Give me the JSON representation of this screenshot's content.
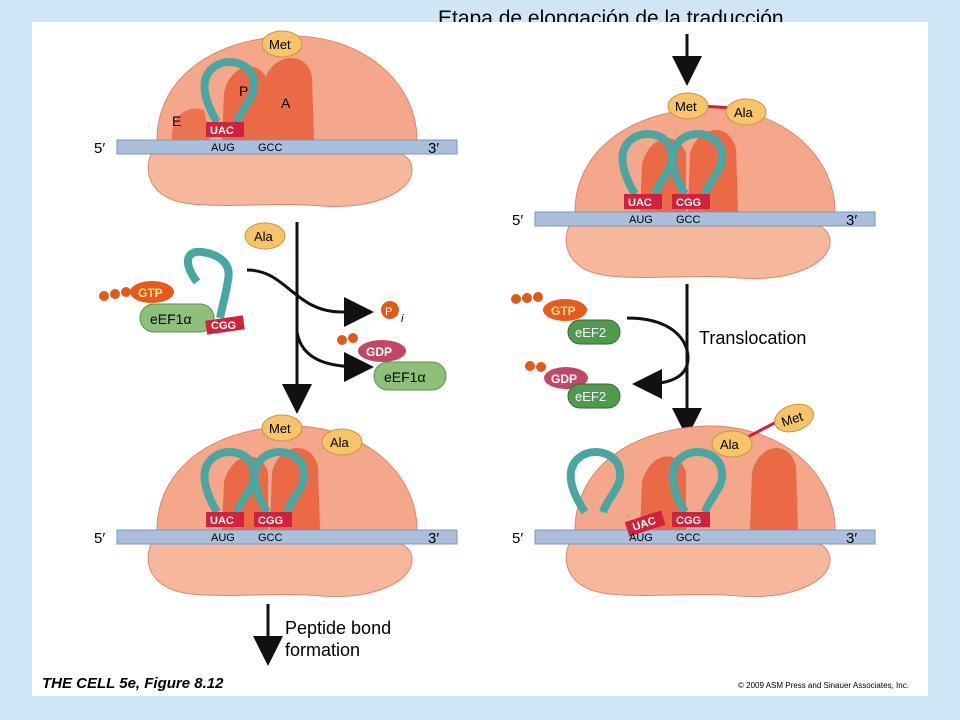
{
  "slide": {
    "title": "Etapa de elongación de la traducción"
  },
  "labels": {
    "five_prime": "5′",
    "three_prime": "3′",
    "site_e": "E",
    "site_p": "P",
    "site_a": "A",
    "met": "Met",
    "ala": "Ala",
    "uac": "UAC",
    "cgg": "CGG",
    "aug": "AUG",
    "gcc": "GCC",
    "gtp": "GTP",
    "gdp": "GDP",
    "eef1a": "eEF1α",
    "eef2": "eEF2",
    "pi_p": "P",
    "pi_i": "i",
    "translocation": "Translocation",
    "peptide_line1": "Peptide bond",
    "peptide_line2": "formation"
  },
  "caption": {
    "figure": "THE CELL 5e, Figure 8.12",
    "copyright": "© 2009 ASM Press and Sinauer Associates, Inc."
  },
  "colors": {
    "ribosome_large": "#f4a78a",
    "ribosome_small": "#f6b79c",
    "ribosome_site": "#ea6a45",
    "mrna": "#a9bfdc",
    "trna": "#4aa6a0",
    "amino_acid": "#f7c46a",
    "anticodon": "#d2213a",
    "gtp": "#e85a1a",
    "gdp": "#c24766",
    "eef1a": "#8ec07a",
    "eef2": "#4f9a4f",
    "phosphate": "#e05a1a"
  }
}
